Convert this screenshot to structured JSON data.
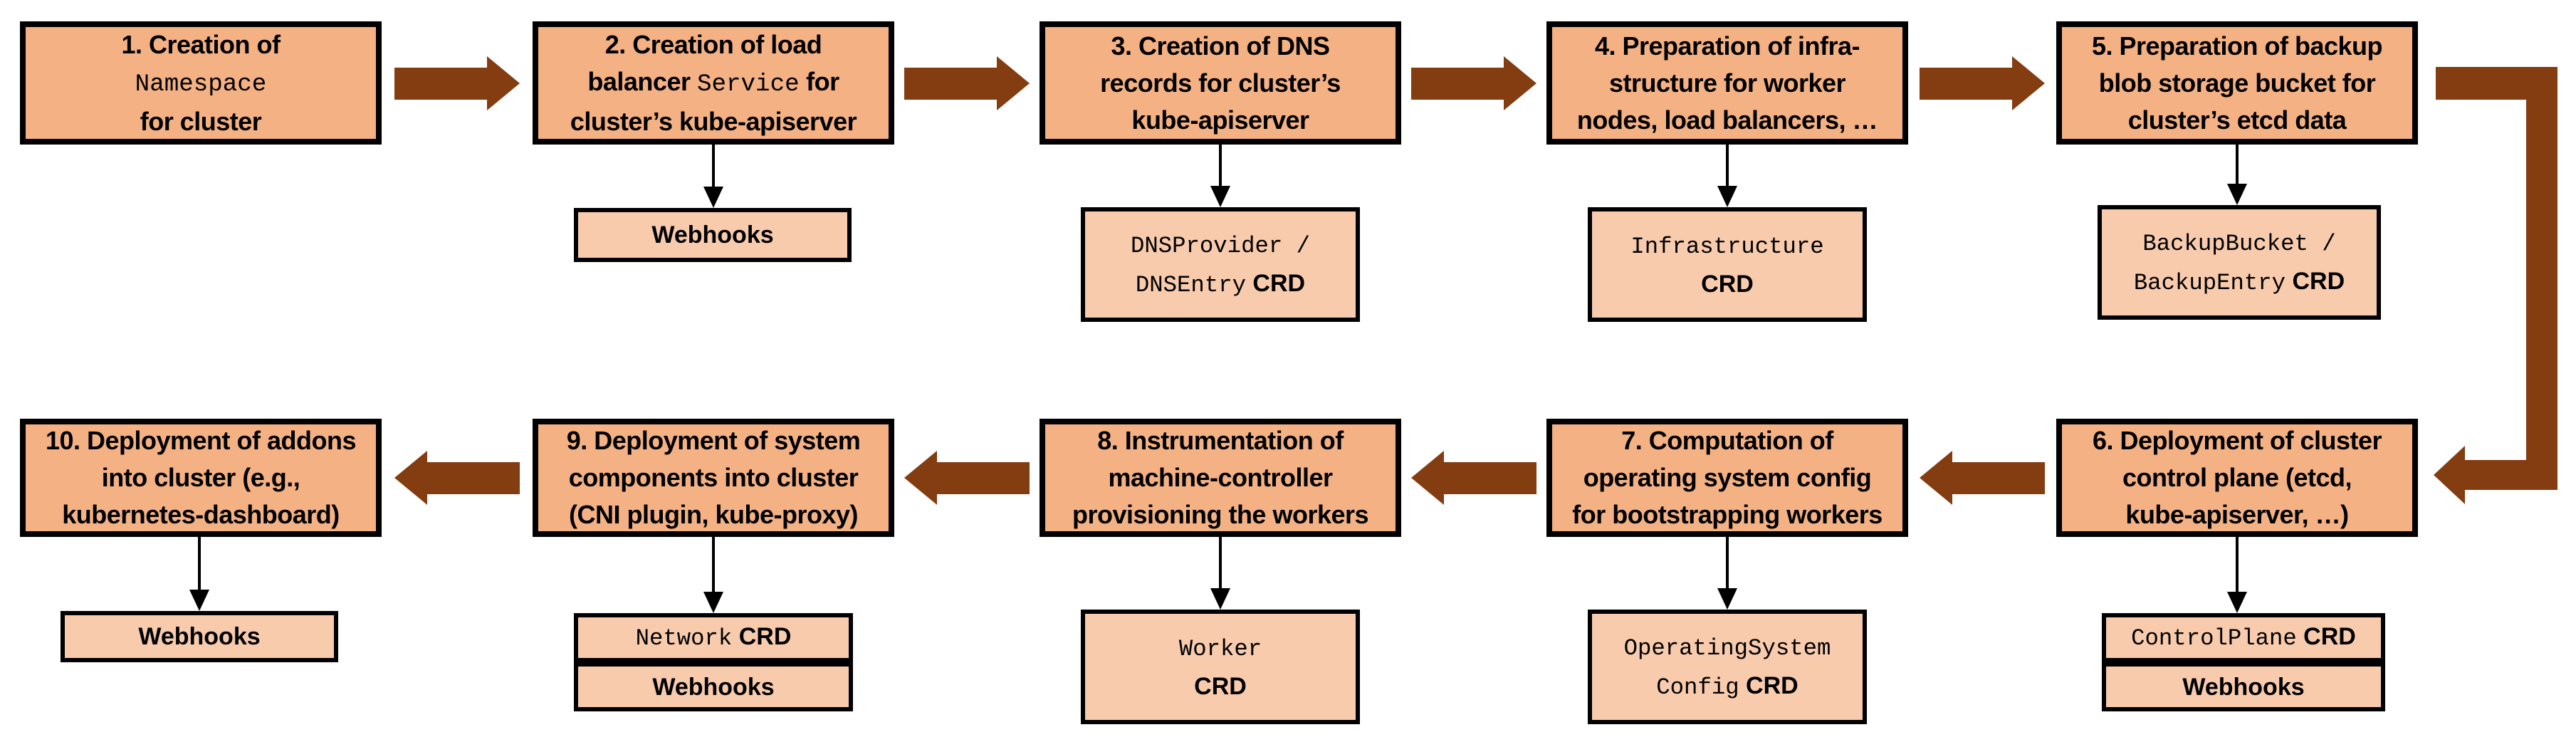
{
  "colors": {
    "main_box_fill": "#F4B183",
    "child_box_fill": "#F8CBAD",
    "fat_arrow": "#843C11",
    "border_and_text": "#000000"
  },
  "steps": [
    {
      "title_lines": [
        [
          {
            "text": "1. Creation of"
          }
        ],
        [
          {
            "text": "Namespace",
            "mono": true
          }
        ],
        [
          {
            "text": "for cluster"
          }
        ]
      ],
      "children": []
    },
    {
      "title_lines": [
        [
          {
            "text": "2. Creation of load"
          }
        ],
        [
          {
            "text": "balancer "
          },
          {
            "text": "Service",
            "mono": true
          },
          {
            "text": " for"
          }
        ],
        [
          {
            "text": "cluster’s kube-apiserver"
          }
        ]
      ],
      "children": [
        {
          "lines": [
            [
              {
                "text": "Webhooks",
                "bold": true
              }
            ]
          ]
        }
      ]
    },
    {
      "title_lines": [
        [
          {
            "text": "3. Creation of DNS"
          }
        ],
        [
          {
            "text": "records for cluster’s"
          }
        ],
        [
          {
            "text": "kube-apiserver"
          }
        ]
      ],
      "children": [
        {
          "lines": [
            [
              {
                "text": "DNSProvider /",
                "mono": true
              }
            ],
            [
              {
                "text": "DNSEntry",
                "mono": true
              },
              {
                "text": " CRD",
                "bold": true
              }
            ]
          ]
        }
      ]
    },
    {
      "title_lines": [
        [
          {
            "text": "4. Preparation of infra-"
          }
        ],
        [
          {
            "text": "structure for worker"
          }
        ],
        [
          {
            "text": "nodes, load balancers, …"
          }
        ]
      ],
      "children": [
        {
          "lines": [
            [
              {
                "text": "Infrastructure",
                "mono": true
              }
            ],
            [
              {
                "text": "CRD",
                "bold": true
              }
            ]
          ]
        }
      ]
    },
    {
      "title_lines": [
        [
          {
            "text": "5. Preparation of backup"
          }
        ],
        [
          {
            "text": "blob storage bucket for"
          }
        ],
        [
          {
            "text": "cluster’s etcd data"
          }
        ]
      ],
      "children": [
        {
          "lines": [
            [
              {
                "text": "BackupBucket /",
                "mono": true
              }
            ],
            [
              {
                "text": "BackupEntry",
                "mono": true
              },
              {
                "text": " CRD",
                "bold": true
              }
            ]
          ]
        }
      ]
    },
    {
      "title_lines": [
        [
          {
            "text": "6. Deployment of cluster"
          }
        ],
        [
          {
            "text": "control plane (etcd,"
          }
        ],
        [
          {
            "text": "kube-apiserver, …)"
          }
        ]
      ],
      "children": [
        {
          "lines": [
            [
              {
                "text": "ControlPlane",
                "mono": true
              },
              {
                "text": " CRD",
                "bold": true
              }
            ]
          ]
        },
        {
          "lines": [
            [
              {
                "text": "Webhooks",
                "bold": true
              }
            ]
          ]
        }
      ]
    },
    {
      "title_lines": [
        [
          {
            "text": "7. Computation of"
          }
        ],
        [
          {
            "text": "operating system config"
          }
        ],
        [
          {
            "text": "for bootstrapping workers"
          }
        ]
      ],
      "children": [
        {
          "lines": [
            [
              {
                "text": "OperatingSystem",
                "mono": true
              }
            ],
            [
              {
                "text": "Config",
                "mono": true
              },
              {
                "text": " CRD",
                "bold": true
              }
            ]
          ]
        }
      ]
    },
    {
      "title_lines": [
        [
          {
            "text": "8. Instrumentation of"
          }
        ],
        [
          {
            "text": "machine-controller"
          }
        ],
        [
          {
            "text": "provisioning the workers"
          }
        ]
      ],
      "children": [
        {
          "lines": [
            [
              {
                "text": "Worker",
                "mono": true
              }
            ],
            [
              {
                "text": "CRD",
                "bold": true
              }
            ]
          ]
        }
      ]
    },
    {
      "title_lines": [
        [
          {
            "text": "9. Deployment of system"
          }
        ],
        [
          {
            "text": "components into cluster"
          }
        ],
        [
          {
            "text": "(CNI plugin, kube-proxy)"
          }
        ]
      ],
      "children": [
        {
          "lines": [
            [
              {
                "text": "Network",
                "mono": true
              },
              {
                "text": " CRD",
                "bold": true
              }
            ]
          ]
        },
        {
          "lines": [
            [
              {
                "text": "Webhooks",
                "bold": true
              }
            ]
          ]
        }
      ]
    },
    {
      "title_lines": [
        [
          {
            "text": "10. Deployment of addons"
          }
        ],
        [
          {
            "text": "into cluster (e.g.,"
          }
        ],
        [
          {
            "text": "kubernetes-dashboard)"
          }
        ]
      ],
      "children": [
        {
          "lines": [
            [
              {
                "text": "Webhooks",
                "bold": true
              }
            ]
          ]
        }
      ]
    }
  ]
}
